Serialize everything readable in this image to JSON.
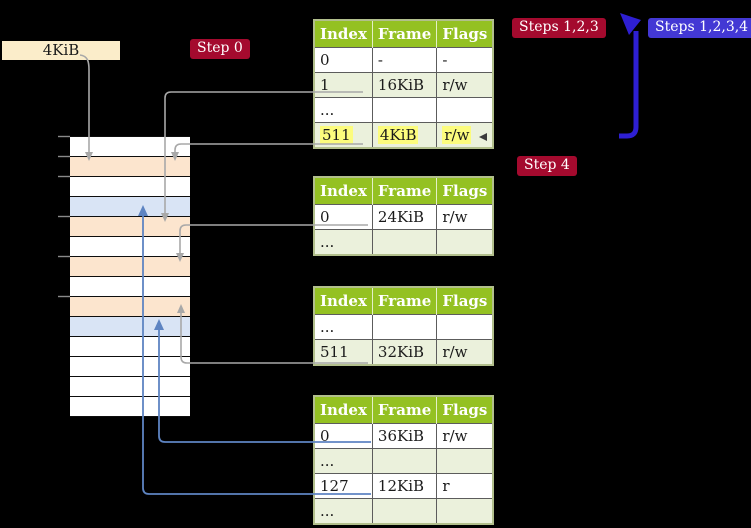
{
  "labels": {
    "frame_pointer_box": "4KiB",
    "step0": "Step 0",
    "steps123": "Steps 1,2,3",
    "steps1234": "Steps 1,2,3,4",
    "step4": "Step 4"
  },
  "colors": {
    "stage_bg": "#000000",
    "badge_red": "#A40A2E",
    "badge_blue": "#4338D4",
    "big_arrow_blue": "#2E1FD2",
    "connector_gray": "#A8A8A8",
    "connector_blue": "#5E84C2",
    "tick_gray": "#8a8a8a",
    "table_header_green": "#94C122",
    "table_row_green": "#EBF1DC",
    "highlight_yellow": "#FCFC7D",
    "memory_frame_pagetable": "#FCE5CE",
    "memory_frame_mapped": "#D9E4F5",
    "memory_frame_free": "#FFFFFF",
    "pointer_box_wheat": "#FBEDCA"
  },
  "page_tables": [
    {
      "name": "level-4-table",
      "headers": [
        "Index",
        "Frame",
        "Flags"
      ],
      "rows": [
        {
          "index": "0",
          "frame": "-",
          "flags": "-",
          "shaded": false,
          "highlighted": false
        },
        {
          "index": "1",
          "frame": "16KiB",
          "flags": "r/w",
          "shaded": true,
          "highlighted": false
        },
        {
          "index": "...",
          "frame": "",
          "flags": "",
          "shaded": false,
          "highlighted": false
        },
        {
          "index": "511",
          "frame": "4KiB",
          "flags": "r/w",
          "shaded": true,
          "highlighted": true
        }
      ]
    },
    {
      "name": "level-3-table",
      "headers": [
        "Index",
        "Frame",
        "Flags"
      ],
      "rows": [
        {
          "index": "0",
          "frame": "24KiB",
          "flags": "r/w",
          "shaded": false,
          "highlighted": false
        },
        {
          "index": "...",
          "frame": "",
          "flags": "",
          "shaded": true,
          "highlighted": false
        }
      ]
    },
    {
      "name": "level-2-table",
      "headers": [
        "Index",
        "Frame",
        "Flags"
      ],
      "rows": [
        {
          "index": "...",
          "frame": "",
          "flags": "",
          "shaded": false,
          "highlighted": false
        },
        {
          "index": "511",
          "frame": "32KiB",
          "flags": "r/w",
          "shaded": true,
          "highlighted": false
        }
      ]
    },
    {
      "name": "level-1-table",
      "headers": [
        "Index",
        "Frame",
        "Flags"
      ],
      "rows": [
        {
          "index": "0",
          "frame": "36KiB",
          "flags": "r/w",
          "shaded": false,
          "highlighted": false
        },
        {
          "index": "...",
          "frame": "",
          "flags": "",
          "shaded": true,
          "highlighted": false
        },
        {
          "index": "127",
          "frame": "12KiB",
          "flags": "r",
          "shaded": false,
          "highlighted": false
        },
        {
          "index": "...",
          "frame": "",
          "flags": "",
          "shaded": true,
          "highlighted": false
        }
      ]
    }
  ],
  "memory_column": {
    "rows": [
      {
        "kind": "free"
      },
      {
        "kind": "pagetable"
      },
      {
        "kind": "free"
      },
      {
        "kind": "mapped"
      },
      {
        "kind": "pagetable"
      },
      {
        "kind": "free"
      },
      {
        "kind": "pagetable"
      },
      {
        "kind": "free"
      },
      {
        "kind": "pagetable"
      },
      {
        "kind": "mapped"
      },
      {
        "kind": "free"
      },
      {
        "kind": "free"
      },
      {
        "kind": "free"
      },
      {
        "kind": "free"
      }
    ],
    "tick_rows": [
      0,
      1,
      2,
      4,
      6,
      8
    ]
  }
}
